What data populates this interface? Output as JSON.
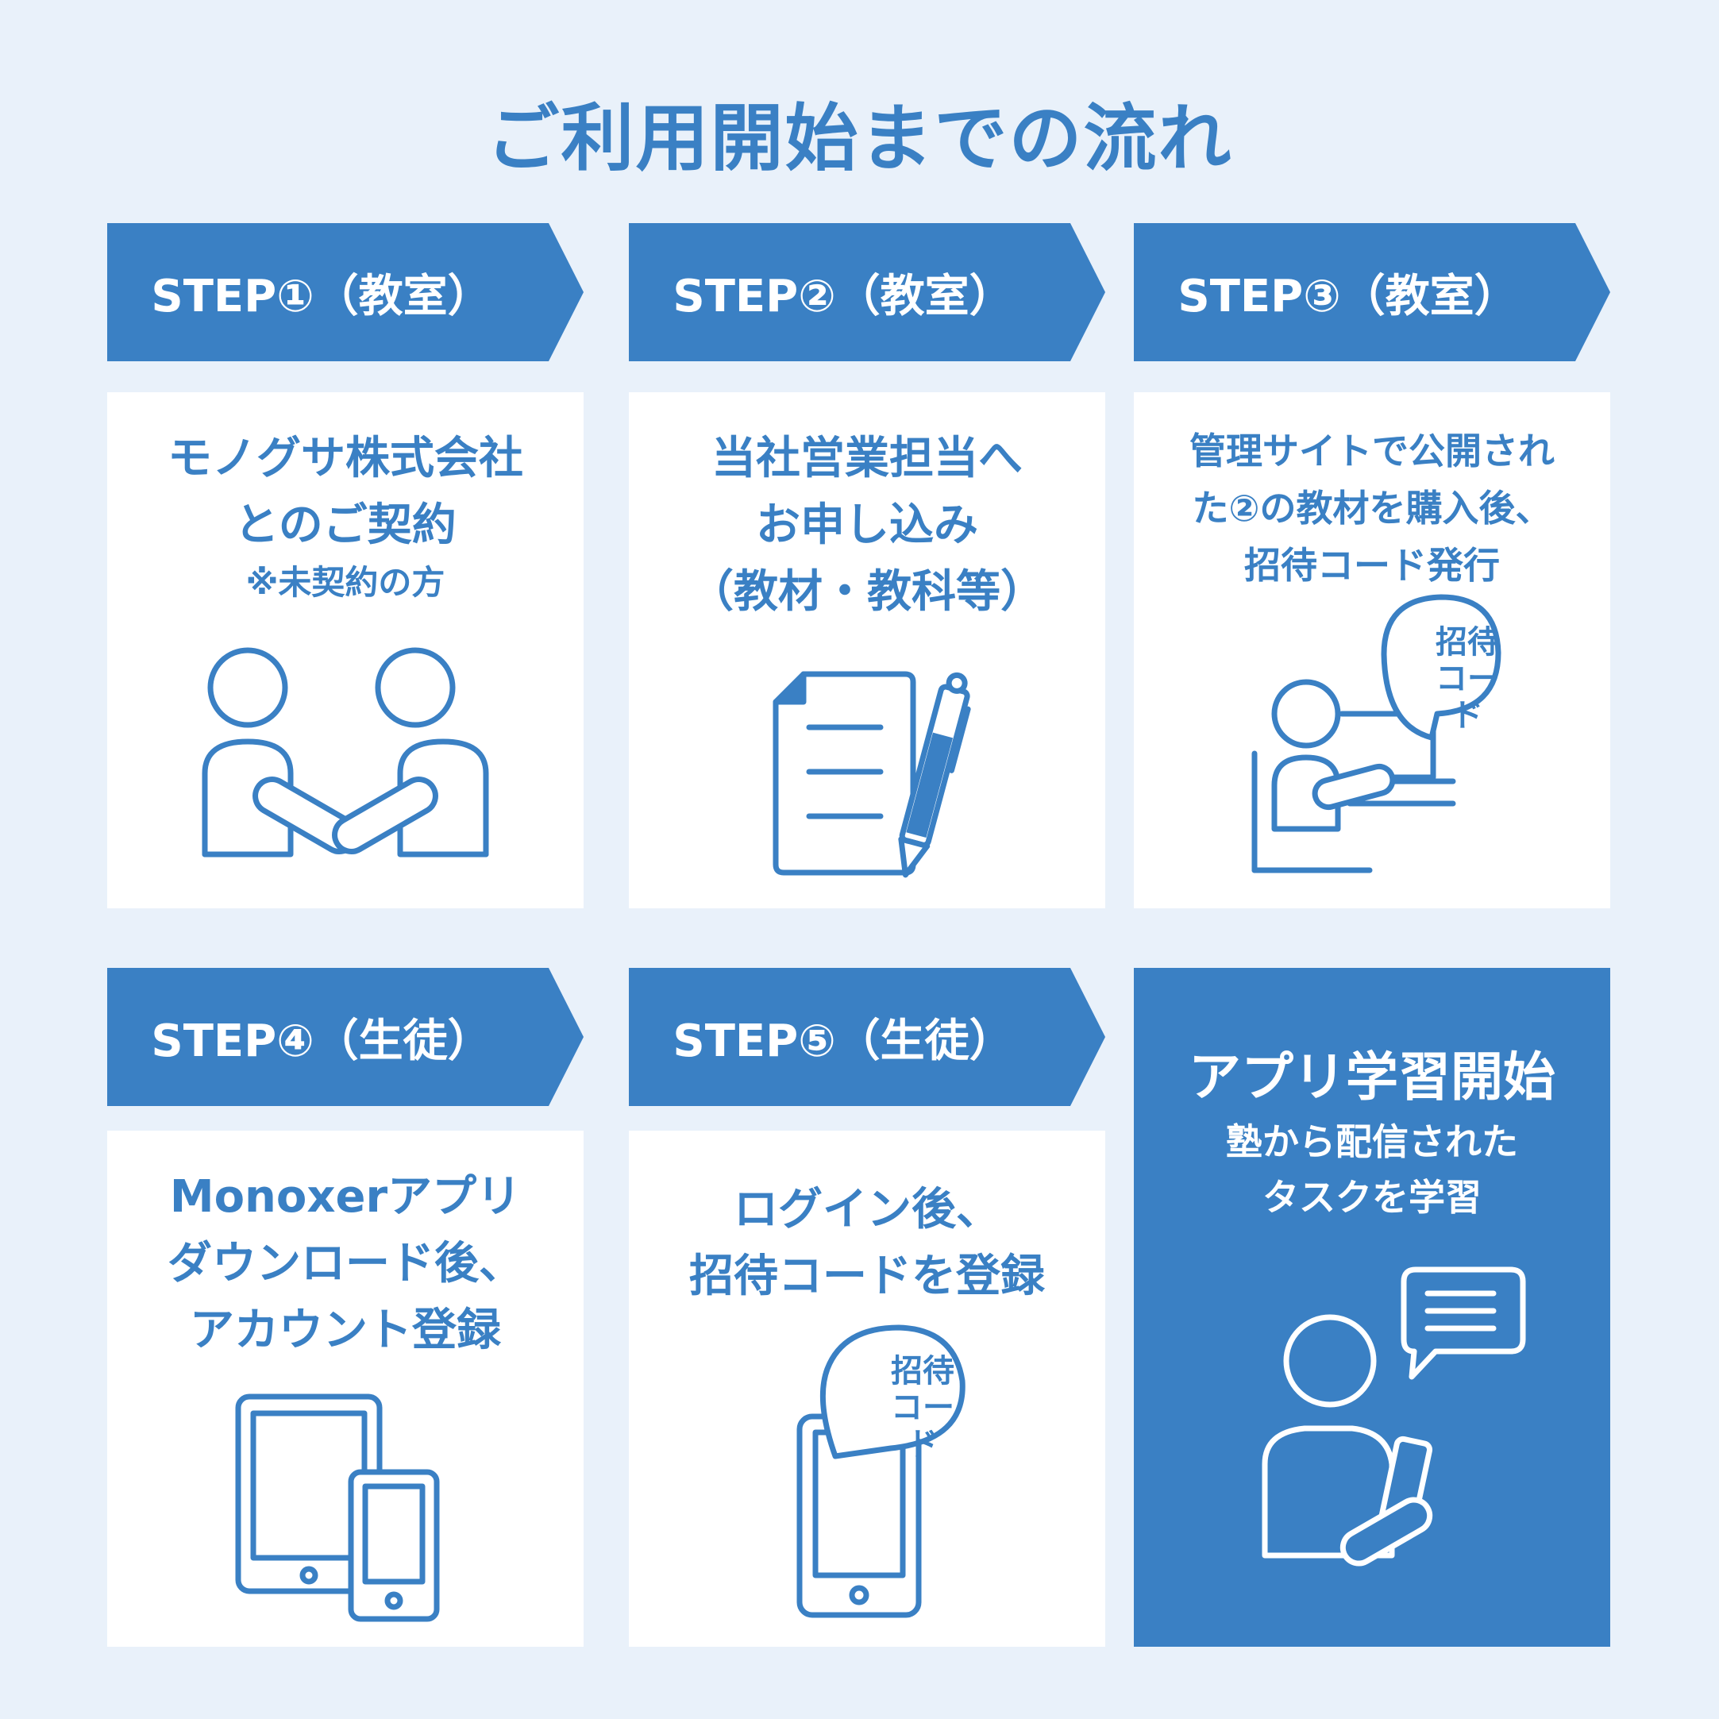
{
  "title": "ご利用開始までの流れ",
  "accent_color": "#3a80c4",
  "background_color": "#e9f1fa",
  "steps": [
    {
      "label": "STEP①（教室）",
      "lines": [
        "モノグサ株式会社",
        "とのご契約"
      ],
      "note": "※未契約の方",
      "icon": "handshake-icon"
    },
    {
      "label": "STEP②（教室）",
      "lines": [
        "当社営業担当へ",
        "お申し込み",
        "（教材・教科等）"
      ],
      "icon": "document-pen-icon"
    },
    {
      "label": "STEP③（教室）",
      "lines": [
        "管理サイトで公開され",
        "た②の教材を購入後、",
        "招待コード発行"
      ],
      "icon": "person-computer-icon",
      "bubble": [
        "招待",
        "コード"
      ]
    },
    {
      "label": "STEP④（生徒）",
      "lines": [
        "Monoxerアプリ",
        "ダウンロード後、",
        "アカウント登録"
      ],
      "icon": "tablet-phone-icon"
    },
    {
      "label": "STEP⑤（生徒）",
      "lines": [
        "ログイン後、",
        "招待コードを登録"
      ],
      "icon": "phone-code-icon",
      "bubble": [
        "招待",
        "コード"
      ]
    }
  ],
  "final": {
    "heading": "アプリ学習開始",
    "lines": [
      "塾から配信された",
      "タスクを学習"
    ],
    "icon": "person-phone-chat-icon"
  }
}
